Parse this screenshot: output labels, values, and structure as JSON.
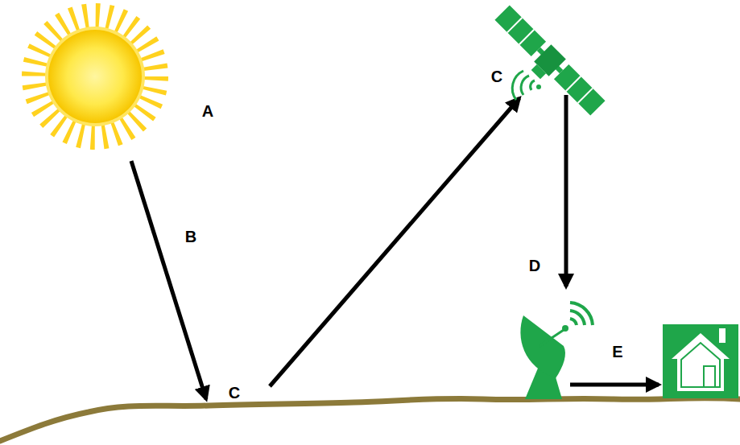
{
  "diagram": {
    "labels": [
      "C",
      "A",
      "B",
      "D",
      "E",
      "C"
    ]
  }
}
